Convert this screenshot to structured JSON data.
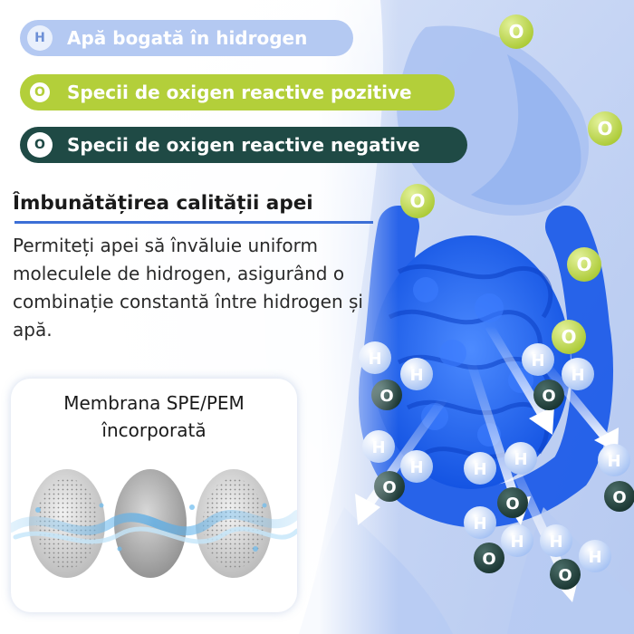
{
  "legend": {
    "hydrogen": {
      "badge": "H",
      "label": "Apă bogată în hidrogen",
      "color": "#b4c9f2"
    },
    "positive": {
      "badge": "O",
      "label": "Specii de oxigen reactive pozitive",
      "color": "#b3cf3a"
    },
    "negative": {
      "badge": "O",
      "label": "Specii de oxigen reactive negative",
      "color": "#1f4a45"
    }
  },
  "section": {
    "heading": "Îmbunătățirea calității apei",
    "description": "Permiteți apei să învăluie uniform moleculele de hidrogen, asigurând o combinație constantă între hidrogen și apă."
  },
  "membrane": {
    "title_line1": "Membrana SPE/PEM",
    "title_line2": "încorporată"
  },
  "molecule_labels": {
    "hydrogen": "H",
    "oxygen": "O"
  },
  "icons": [
    "hydrogen-molecule-icon",
    "positive-oxygen-icon",
    "negative-oxygen-icon",
    "arrow-icon"
  ]
}
